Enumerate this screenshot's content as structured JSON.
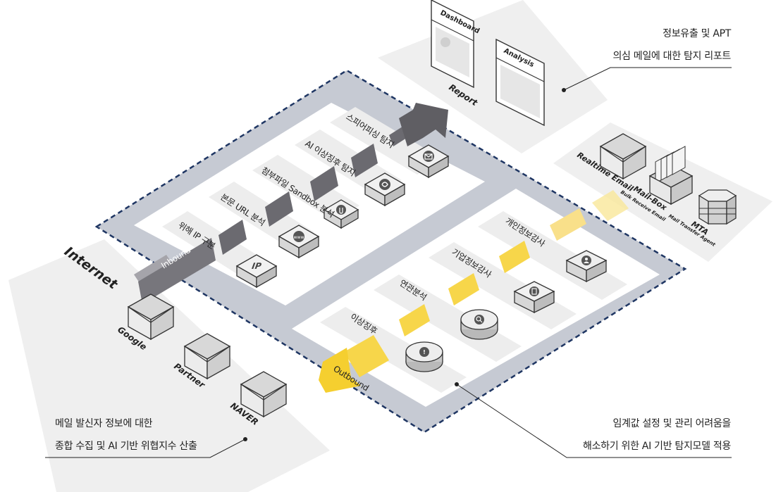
{
  "report": {
    "label": "Report",
    "dashboard_title": "Dashboard",
    "analysis_title": "Analysis"
  },
  "callouts": {
    "top_right": [
      "정보유출 및 APT",
      "의심 메일에 대한 탐지 리포트"
    ],
    "bottom_left": [
      "메일 발신자 정보에 대한",
      "종합 수집 및 AI 기반 위협지수 산출"
    ],
    "bottom_right": [
      "임계값 설정 및 관리 어려움을",
      "해소하기  위한 AI 기반 탐지모델 적용"
    ]
  },
  "inbound": {
    "flow_label": "Inbound",
    "steps": [
      {
        "label": "위해 IP 구분",
        "icon": "ip-icon"
      },
      {
        "label": "본문 URL 분석",
        "icon": "www-icon"
      },
      {
        "label": "첨부파일 Sandbox 분석",
        "icon": "paperclip-icon"
      },
      {
        "label": "AI 이상징후 탐지",
        "icon": "ai-icon"
      },
      {
        "label": "스피어피싱 탐지",
        "icon": "phishing-mail-icon"
      }
    ]
  },
  "outbound": {
    "flow_label": "Outbound",
    "steps": [
      {
        "label": "이상징후",
        "icon": "alert-icon"
      },
      {
        "label": "연관분석",
        "icon": "search-icon"
      },
      {
        "label": "기업정보감사",
        "icon": "company-icon"
      },
      {
        "label": "개인정보감사",
        "icon": "person-icon"
      }
    ]
  },
  "internet": {
    "title": "Internet",
    "sources": [
      "Google",
      "Partner",
      "NAVER"
    ]
  },
  "mail_systems": [
    {
      "label": "Realtime Email",
      "sub": ""
    },
    {
      "label": "Mail-Box",
      "sub": "Bulk Receive Email"
    },
    {
      "label": "MTA",
      "sub": "Mail Transfer Agent"
    }
  ],
  "colors": {
    "inbound_arrow": "#6b6a70",
    "outbound_arrow": "#f7d64a",
    "dashed_border": "#1f3663",
    "inner_area": "#c6cad3"
  }
}
